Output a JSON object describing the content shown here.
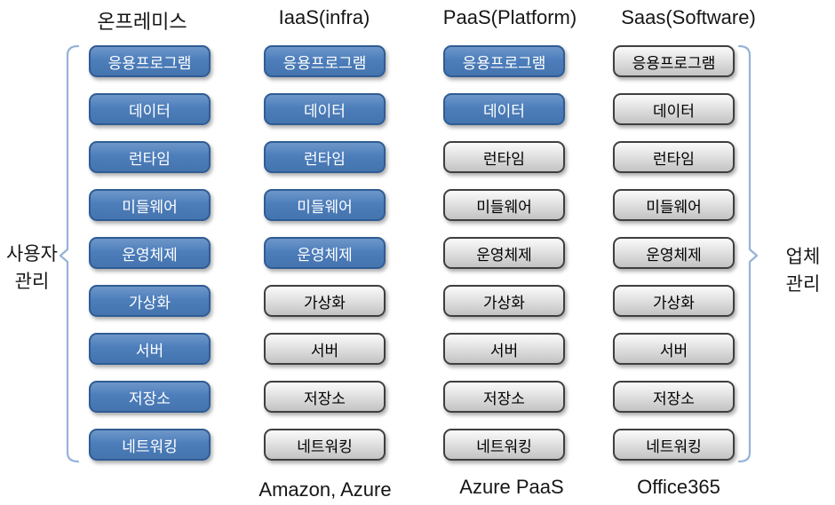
{
  "colors": {
    "user_managed_fill": "#4D7EBB",
    "user_managed_border": "#2F5C94",
    "vendor_managed_fill": "#D9D9D9",
    "vendor_managed_border": "#3F3F3F",
    "brace": "#95B3D7"
  },
  "left_bracket": {
    "line1": "사용자",
    "line2": "관리"
  },
  "right_bracket": {
    "line1": "업체",
    "line2": "관리"
  },
  "columns": [
    {
      "header": "온프레미스",
      "boxes": [
        {
          "label": "응용프로그램",
          "managed": "user"
        },
        {
          "label": "데이터",
          "managed": "user"
        },
        {
          "label": "런타임",
          "managed": "user"
        },
        {
          "label": "미들웨어",
          "managed": "user"
        },
        {
          "label": "운영체제",
          "managed": "user"
        },
        {
          "label": "가상화",
          "managed": "user"
        },
        {
          "label": "서버",
          "managed": "user"
        },
        {
          "label": "저장소",
          "managed": "user"
        },
        {
          "label": "네트워킹",
          "managed": "user"
        }
      ]
    },
    {
      "header": "IaaS(infra)",
      "vendor": "Amazon, Azure",
      "boxes": [
        {
          "label": "응용프로그램",
          "managed": "user"
        },
        {
          "label": "데이터",
          "managed": "user"
        },
        {
          "label": "런타임",
          "managed": "user"
        },
        {
          "label": "미들웨어",
          "managed": "user"
        },
        {
          "label": "운영체제",
          "managed": "user"
        },
        {
          "label": "가상화",
          "managed": "vendor"
        },
        {
          "label": "서버",
          "managed": "vendor"
        },
        {
          "label": "저장소",
          "managed": "vendor"
        },
        {
          "label": "네트워킹",
          "managed": "vendor"
        }
      ]
    },
    {
      "header": "PaaS(Platform)",
      "vendor": "Azure PaaS",
      "boxes": [
        {
          "label": "응용프로그램",
          "managed": "user"
        },
        {
          "label": "데이터",
          "managed": "user"
        },
        {
          "label": "런타임",
          "managed": "vendor"
        },
        {
          "label": "미들웨어",
          "managed": "vendor"
        },
        {
          "label": "운영체제",
          "managed": "vendor"
        },
        {
          "label": "가상화",
          "managed": "vendor"
        },
        {
          "label": "서버",
          "managed": "vendor"
        },
        {
          "label": "저장소",
          "managed": "vendor"
        },
        {
          "label": "네트워킹",
          "managed": "vendor"
        }
      ]
    },
    {
      "header": "Saas(Software)",
      "vendor": "Office365",
      "boxes": [
        {
          "label": "응용프로그램",
          "managed": "vendor"
        },
        {
          "label": "데이터",
          "managed": "vendor"
        },
        {
          "label": "런타임",
          "managed": "vendor"
        },
        {
          "label": "미들웨어",
          "managed": "vendor"
        },
        {
          "label": "운영체제",
          "managed": "vendor"
        },
        {
          "label": "가상화",
          "managed": "vendor"
        },
        {
          "label": "서버",
          "managed": "vendor"
        },
        {
          "label": "저장소",
          "managed": "vendor"
        },
        {
          "label": "네트워킹",
          "managed": "vendor"
        }
      ]
    }
  ]
}
